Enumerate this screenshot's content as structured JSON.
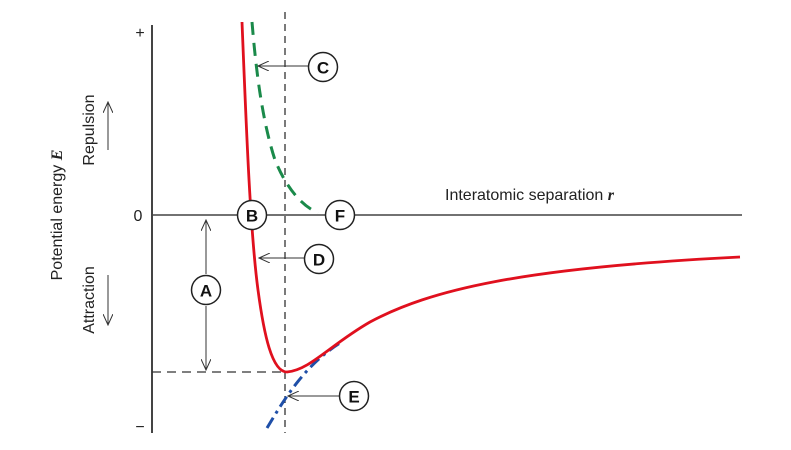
{
  "axis": {
    "y_label": "Potential energy",
    "y_label_symbol": "E",
    "x_label": "Interatomic separation",
    "x_label_symbol": "r",
    "tick_plus": "+",
    "tick_zero": "0",
    "tick_minus": "−",
    "repulsion": "Repulsion",
    "attraction": "Attraction"
  },
  "markers": {
    "A": "A",
    "B": "B",
    "C": "C",
    "D": "D",
    "E": "E",
    "F": "F"
  },
  "colors": {
    "net_curve": "#e0101e",
    "repulsive_curve": "#1a8a4a",
    "attractive_curve": "#1f4fa8",
    "axes": "#333333"
  }
}
